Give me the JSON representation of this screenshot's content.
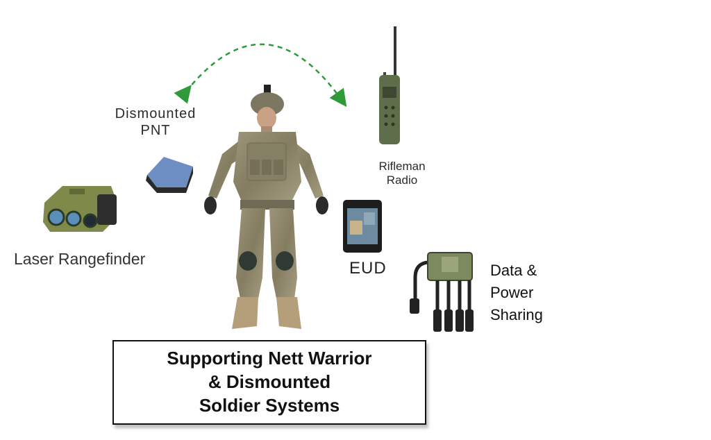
{
  "labels": {
    "pnt_line1": "Dismounted",
    "pnt_line2": "PNT",
    "radio_line1": "Rifleman",
    "radio_line2": "Radio",
    "rangefinder": "Laser Rangefinder",
    "eud": "EUD",
    "data_line1": "Data &",
    "data_line2": "Power",
    "data_line3": "Sharing"
  },
  "caption": {
    "line1": "Supporting Nett Warrior",
    "line2": "& Dismounted",
    "line3": "Soldier Systems"
  },
  "colors": {
    "arrow": "#2e9a3a",
    "camo": "#8c8466",
    "device_olive": "#5f6e4a"
  }
}
